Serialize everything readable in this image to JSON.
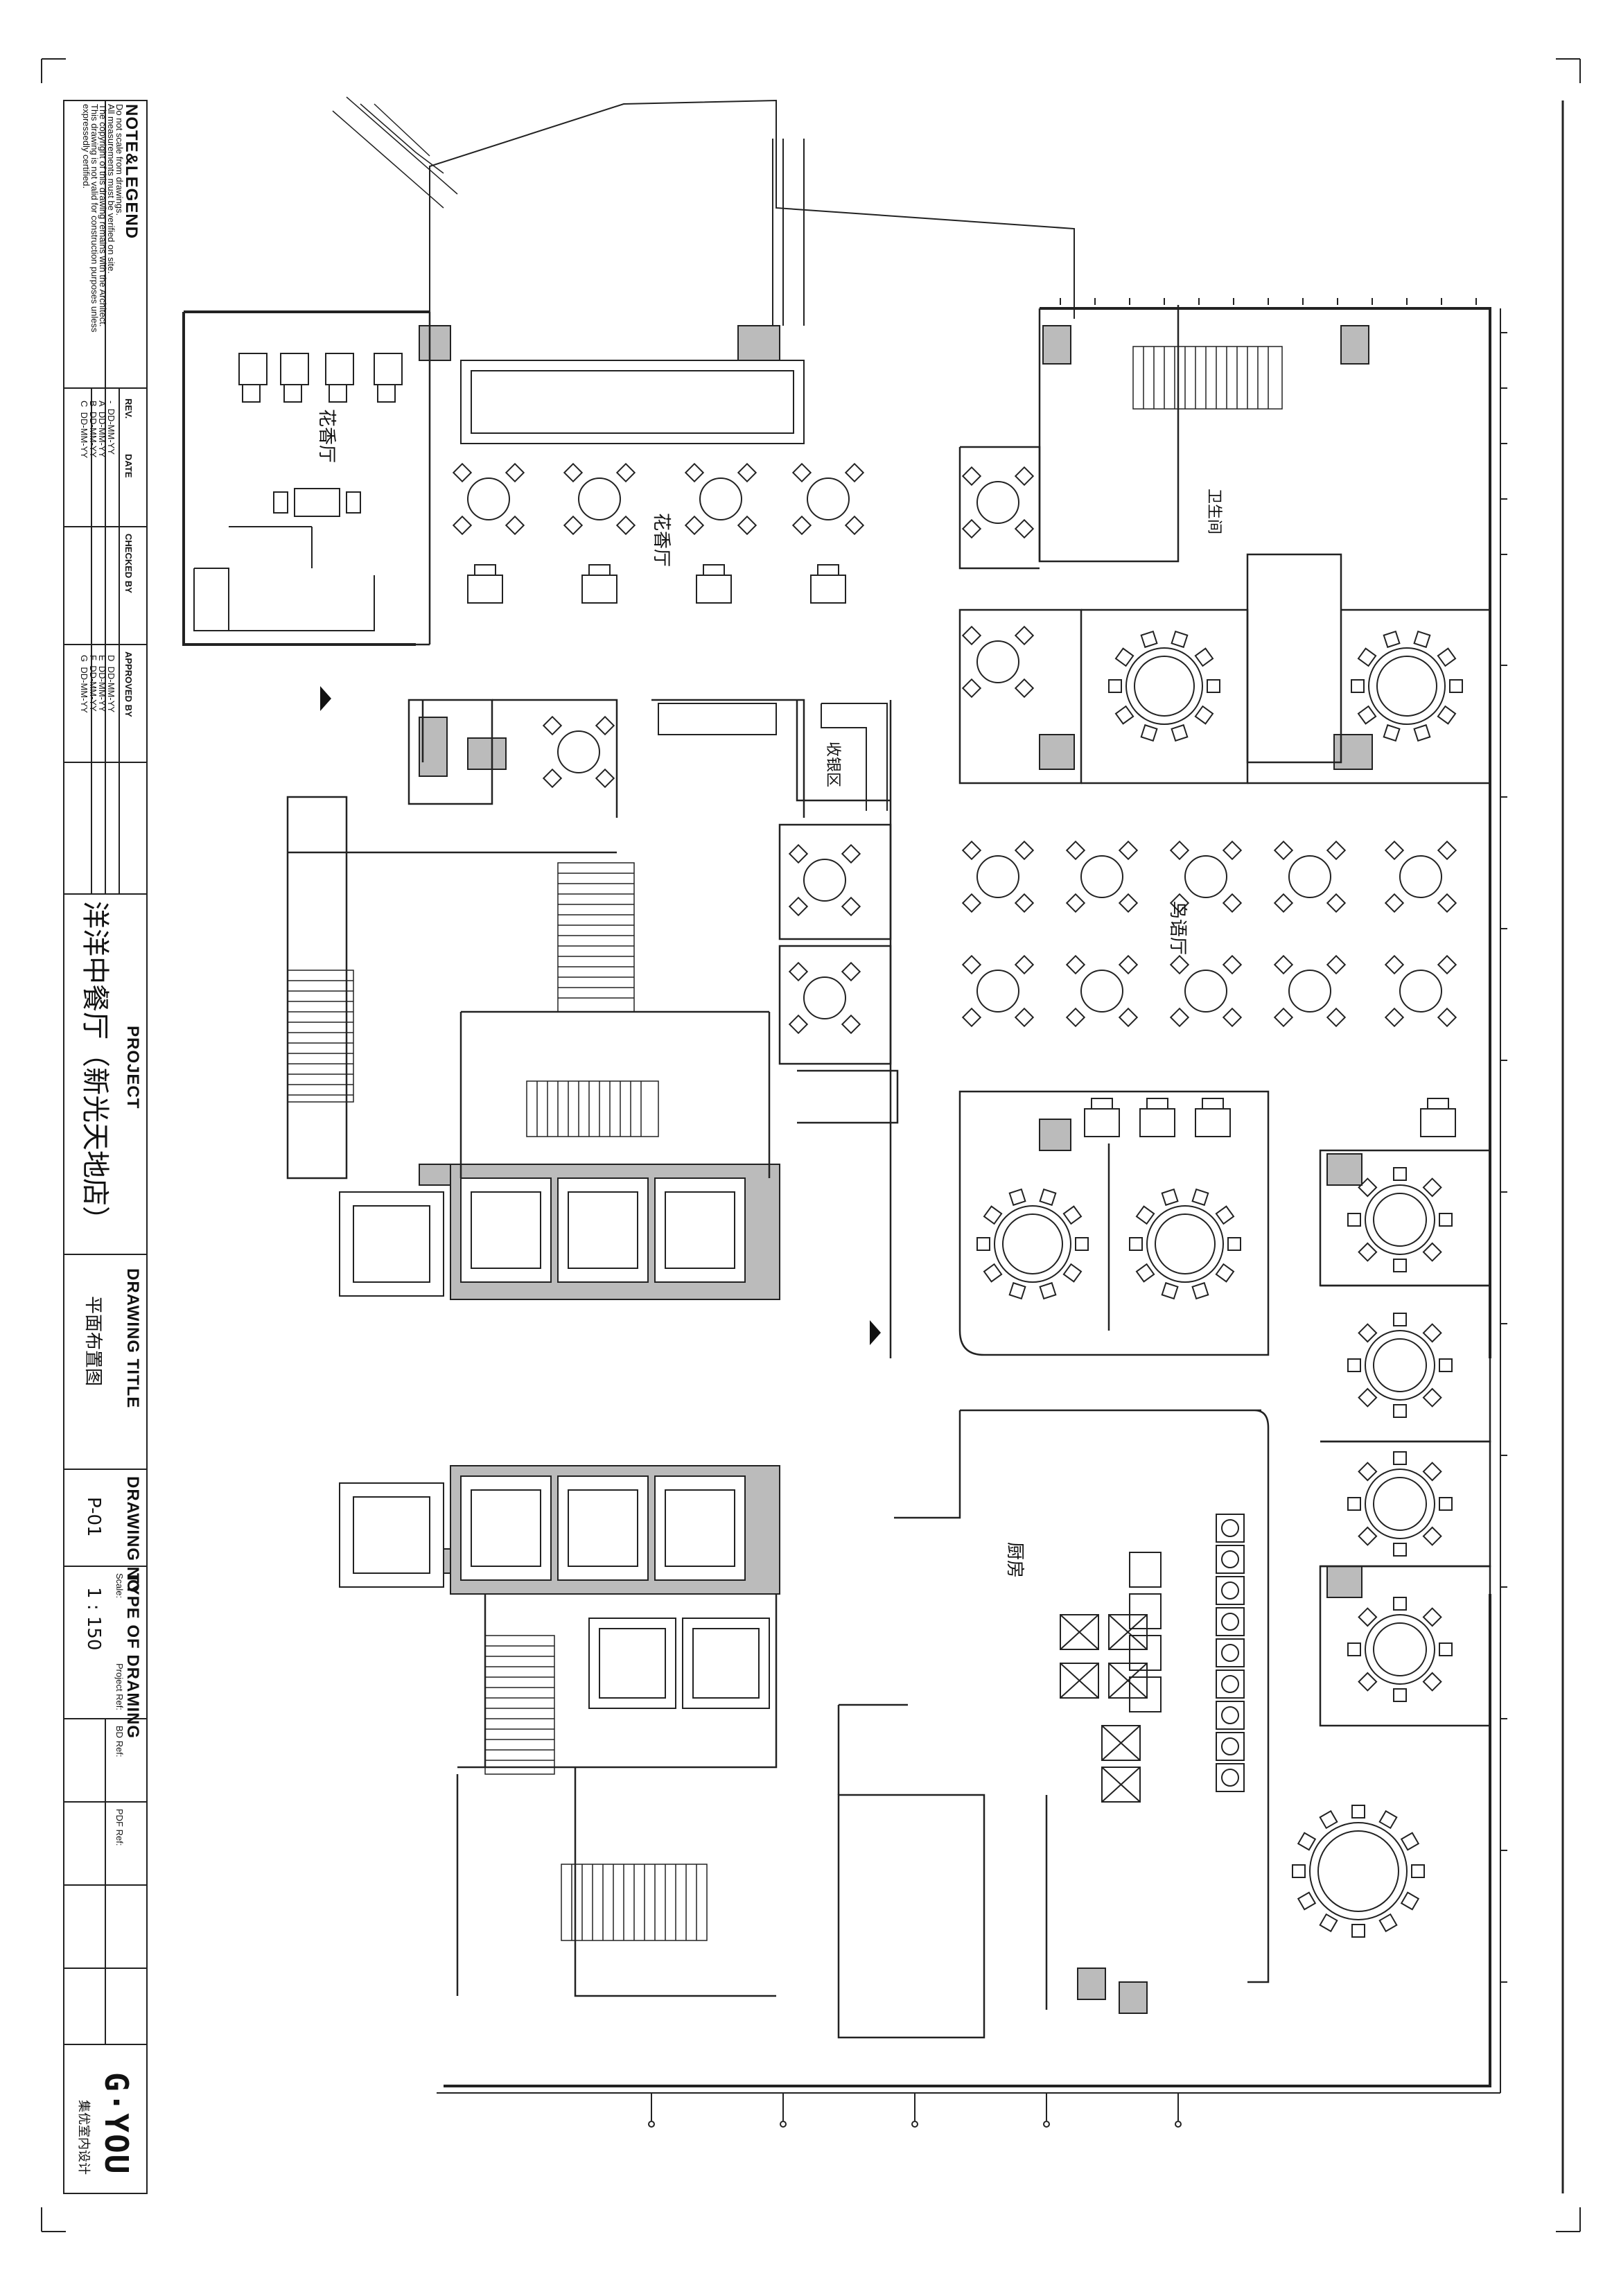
{
  "notes": {
    "heading": "NOTE&LEGEND",
    "lines": [
      "Do not scale from drawings.",
      "All measurements must be verified on site.",
      "The copyright of this drawing remains with the Architect.",
      "This drawing is not valid for construction purposes unless",
      "expressedly certified."
    ]
  },
  "revision_table": {
    "headers": [
      "REV.",
      "DATE",
      "CHECKED BY",
      "APPROVED BY"
    ],
    "rows_left": [
      [
        "-",
        "DD-MM-YY"
      ],
      [
        "A",
        "DD-MM-YY"
      ],
      [
        "B",
        "DD-MM-YY"
      ],
      [
        "C",
        "DD-MM-YY"
      ]
    ],
    "rows_right": [
      [
        "D",
        "DD-MM-YY"
      ],
      [
        "E",
        "DD-MM-YY"
      ],
      [
        "F",
        "DD-MM-YY"
      ],
      [
        "G",
        "DD-MM-YY"
      ]
    ]
  },
  "project": {
    "heading": "PROJECT",
    "name": "洋洋中餐厅（新光天地店）"
  },
  "drawing_title": {
    "heading": "DRAWING TITLE",
    "value": "平面布置图"
  },
  "drawing_no": {
    "heading": "DRAWING NO",
    "value": "P-01"
  },
  "type_of_drawing": {
    "heading": "TYPE OF DRAMING",
    "scale_label": "Scale:",
    "scale_value": "1 : 150",
    "refs": [
      "Project Ref:",
      "BD Ref:",
      "PDF Ref:"
    ]
  },
  "logo": {
    "mark": "G·YOU",
    "subtitle": "集优室内设计"
  },
  "rooms": {
    "huaxiang_a": "花香厅",
    "huaxiang_b": "花香厅",
    "restroom": "卫生间",
    "cashier": "收银区",
    "niaoyu": "鸟语厅",
    "kitchen": "厨房"
  }
}
